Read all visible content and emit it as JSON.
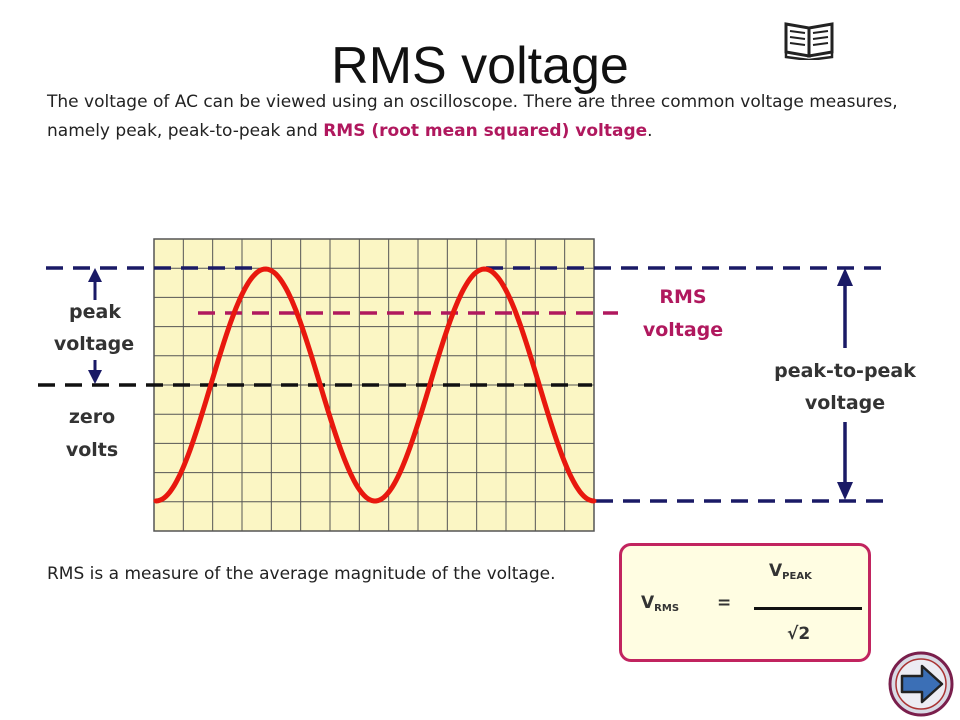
{
  "title": "RMS voltage",
  "intro": {
    "text_before": "The voltage of AC can be viewed using an oscilloscope. There are three common voltage measures, namely peak, peak-to-peak and ",
    "highlight": "RMS (root mean squared) voltage",
    "text_after": "."
  },
  "labels": {
    "peak_line1": "peak",
    "peak_line2": "voltage",
    "zero_line1": "zero",
    "zero_line2": "volts",
    "rms_line1": "RMS",
    "rms_line2": "voltage",
    "p2p_line1": "peak-to-peak",
    "p2p_line2": "voltage"
  },
  "bottom_text": "RMS is a measure of the average magnitude of the voltage.",
  "formula": {
    "numerator": "V",
    "numerator_sub": "PEAK",
    "lhs": "V",
    "lhs_sub": "RMS",
    "equals": "=",
    "denominator": "√2"
  },
  "colors": {
    "wave": "#e8180e",
    "grid_bg": "#fbf6c4",
    "grid_line": "#555555",
    "navy": "#1a1a66",
    "rms": "#b0185e",
    "formula_border": "#c1245f"
  },
  "icons": {
    "top_right": "book-icon",
    "bottom_right": "next-arrow-icon"
  }
}
